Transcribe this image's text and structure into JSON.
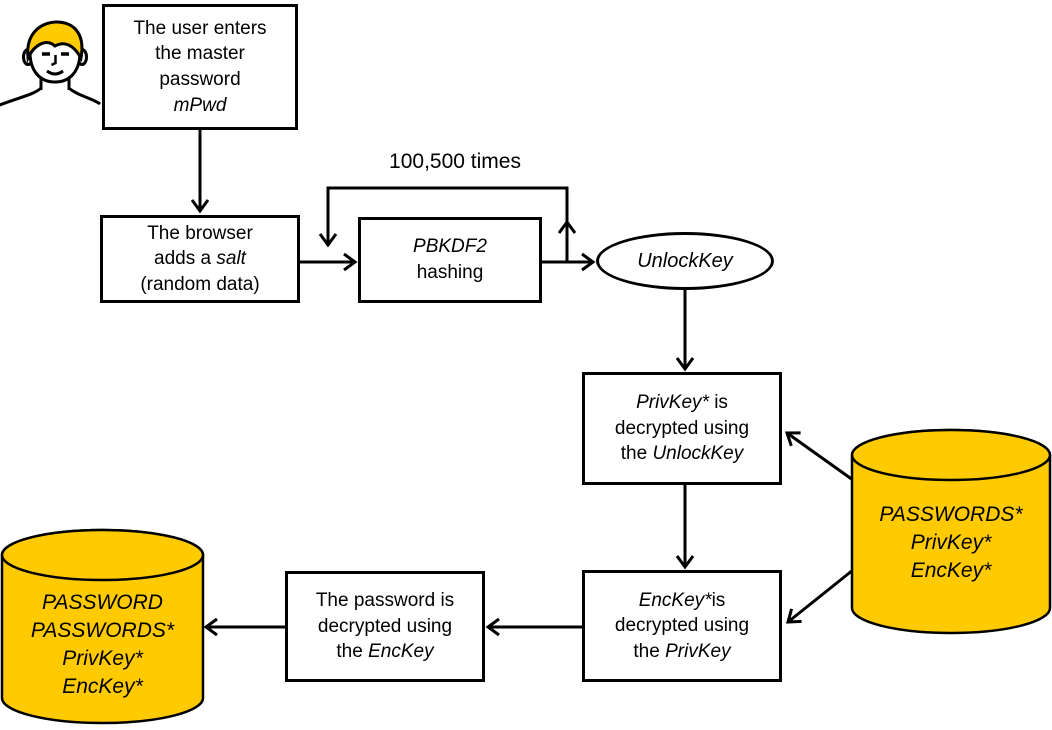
{
  "colors": {
    "accent_yellow": "#FFCA00",
    "stroke": "#000000",
    "background": "#FFFFFF"
  },
  "labels": {
    "loop_count": "100,500 times"
  },
  "icons": {
    "user": "person-head-and-shoulders-icon",
    "database_left": "database-cylinder-icon",
    "database_right": "database-cylinder-icon"
  },
  "nodes": {
    "user_box": {
      "line1": "The user enters",
      "line2": "the master",
      "line3": "password",
      "line4_italic": "mPwd"
    },
    "salt_box": {
      "line1": "The browser",
      "line2_pre": "adds a ",
      "line2_italic": "salt",
      "line3": "(random data)"
    },
    "pbkdf2_box": {
      "line1_italic": "PBKDF2",
      "line2": "hashing"
    },
    "unlock_key": {
      "label_italic": "UnlockKey"
    },
    "privkey_box": {
      "line1_italic": "PrivKey*",
      "line1_post": " is",
      "line2": "decrypted using",
      "line3_pre": "the ",
      "line3_italic": "UnlockKey"
    },
    "enckey_box": {
      "line1_italic": "EncKey*",
      "line1_post": "is",
      "line2": "decrypted using",
      "line3_pre": "the ",
      "line3_italic": "PrivKey"
    },
    "password_box": {
      "line1": "The password is",
      "line2": "decrypted using",
      "line3_pre": "the ",
      "line3_italic": "EncKey"
    },
    "right_db": {
      "line1": "PASSWORDS*",
      "line2": "PrivKey*",
      "line3": "EncKey*"
    },
    "left_db": {
      "line1": "PASSWORD",
      "line2": "PASSWORDS*",
      "line3": "PrivKey*",
      "line4": "EncKey*"
    }
  }
}
